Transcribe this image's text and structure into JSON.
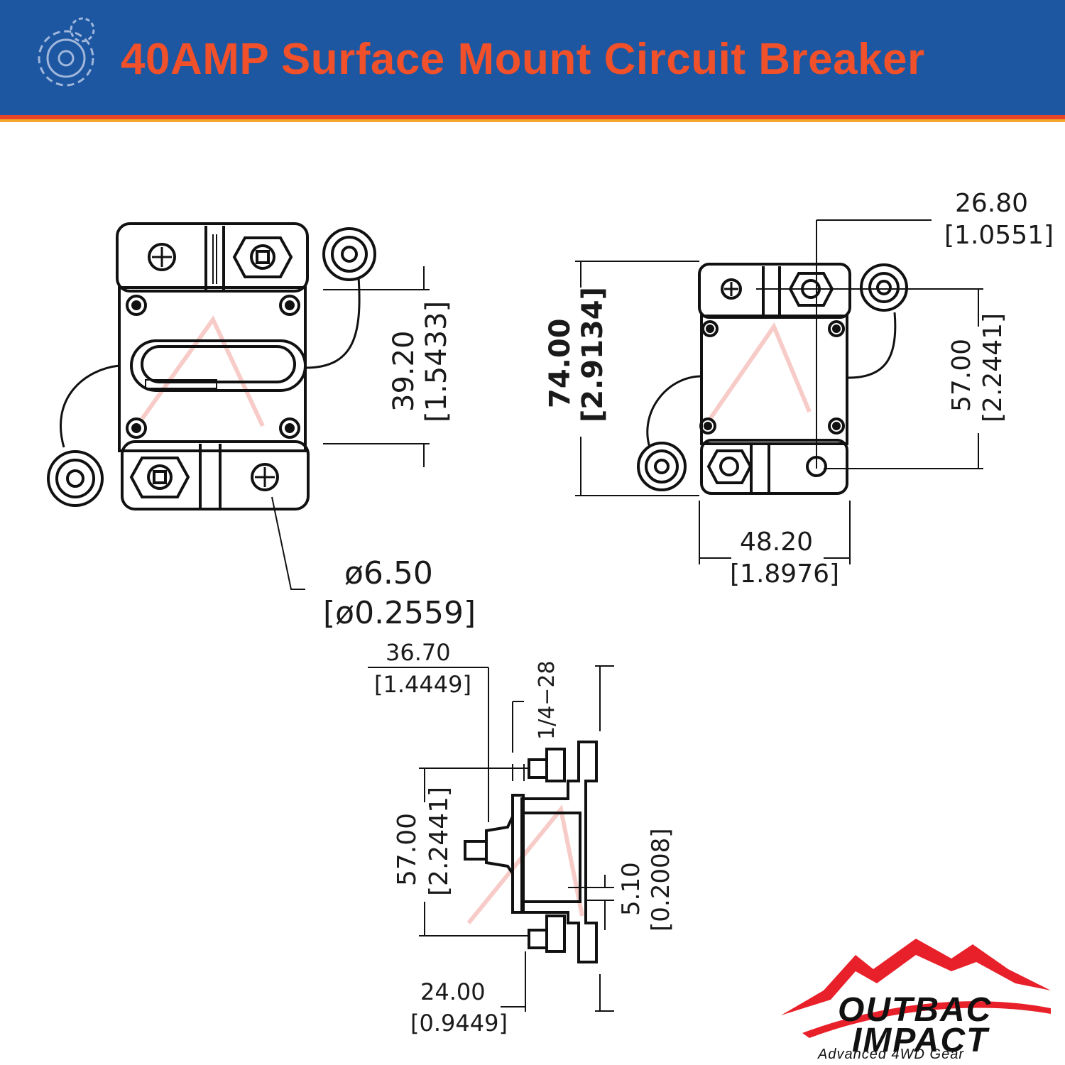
{
  "header": {
    "title": "40AMP Surface Mount Circuit Breaker",
    "background_color": "#1d56a1",
    "title_color": "#f0502a",
    "icon": "gear-icon"
  },
  "front_view": {
    "height_mm": "39.20",
    "height_in": "[1.5433]",
    "hole_mm": "ø6.50",
    "hole_in": "[ø0.2559]"
  },
  "rear_view": {
    "offset_mm": "26.80",
    "offset_in": "[1.0551]",
    "overall_height_mm": "74.00",
    "overall_height_in": "[2.9134]",
    "stud_spacing_mm": "57.00",
    "stud_spacing_in": "[2.2441]",
    "width_mm": "48.20",
    "width_in": "[1.8976]"
  },
  "side_view": {
    "depth_mm": "36.70",
    "depth_in": "[1.4449]",
    "thread": "1/4−28",
    "stud_spacing_mm": "57.00",
    "stud_spacing_in": "[2.2441]",
    "flange_mm": "5.10",
    "flange_in": "[0.2008]",
    "base_mm": "24.00",
    "base_in": "[0.9449]"
  },
  "logo": {
    "line1": "OUTBAC",
    "line2": "IMPACT",
    "tagline": "Advanced 4WD Gear",
    "mountain_color": "#e8202a"
  }
}
